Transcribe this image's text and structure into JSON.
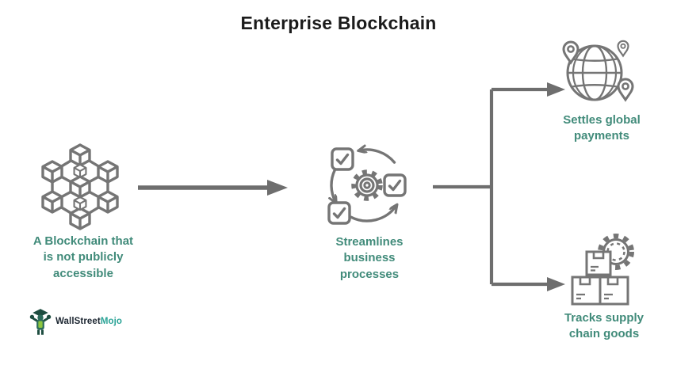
{
  "title": "Enterprise Blockchain",
  "nodes": {
    "blockchain": {
      "label": "A Blockchain that\nis not publicly\naccessible",
      "icon": "blockchain-network-icon"
    },
    "process": {
      "label": "Streamlines\nbusiness\nprocesses",
      "icon": "gear-checklist-cycle-icon"
    },
    "payments": {
      "label": "Settles global\npayments",
      "icon": "globe-location-pins-icon"
    },
    "supply": {
      "label": "Tracks supply\nchain goods",
      "icon": "boxes-gear-icon"
    }
  },
  "edges": [
    {
      "from": "blockchain",
      "to": "process"
    },
    {
      "from": "process",
      "to": "payments"
    },
    {
      "from": "process",
      "to": "supply"
    }
  ],
  "logo": {
    "brand_first": "WallStreet",
    "brand_second": "Mojo",
    "icon": "wallstreetmojo-mascot-icon"
  },
  "colors": {
    "title_text": "#1B1B1B",
    "caption_teal": "#418B7A",
    "icon_gray": "#757575",
    "arrow_gray": "#6E6E6E",
    "logo_navy": "#1B2530",
    "logo_teal": "#2AA396",
    "background": "#FFFFFF"
  }
}
